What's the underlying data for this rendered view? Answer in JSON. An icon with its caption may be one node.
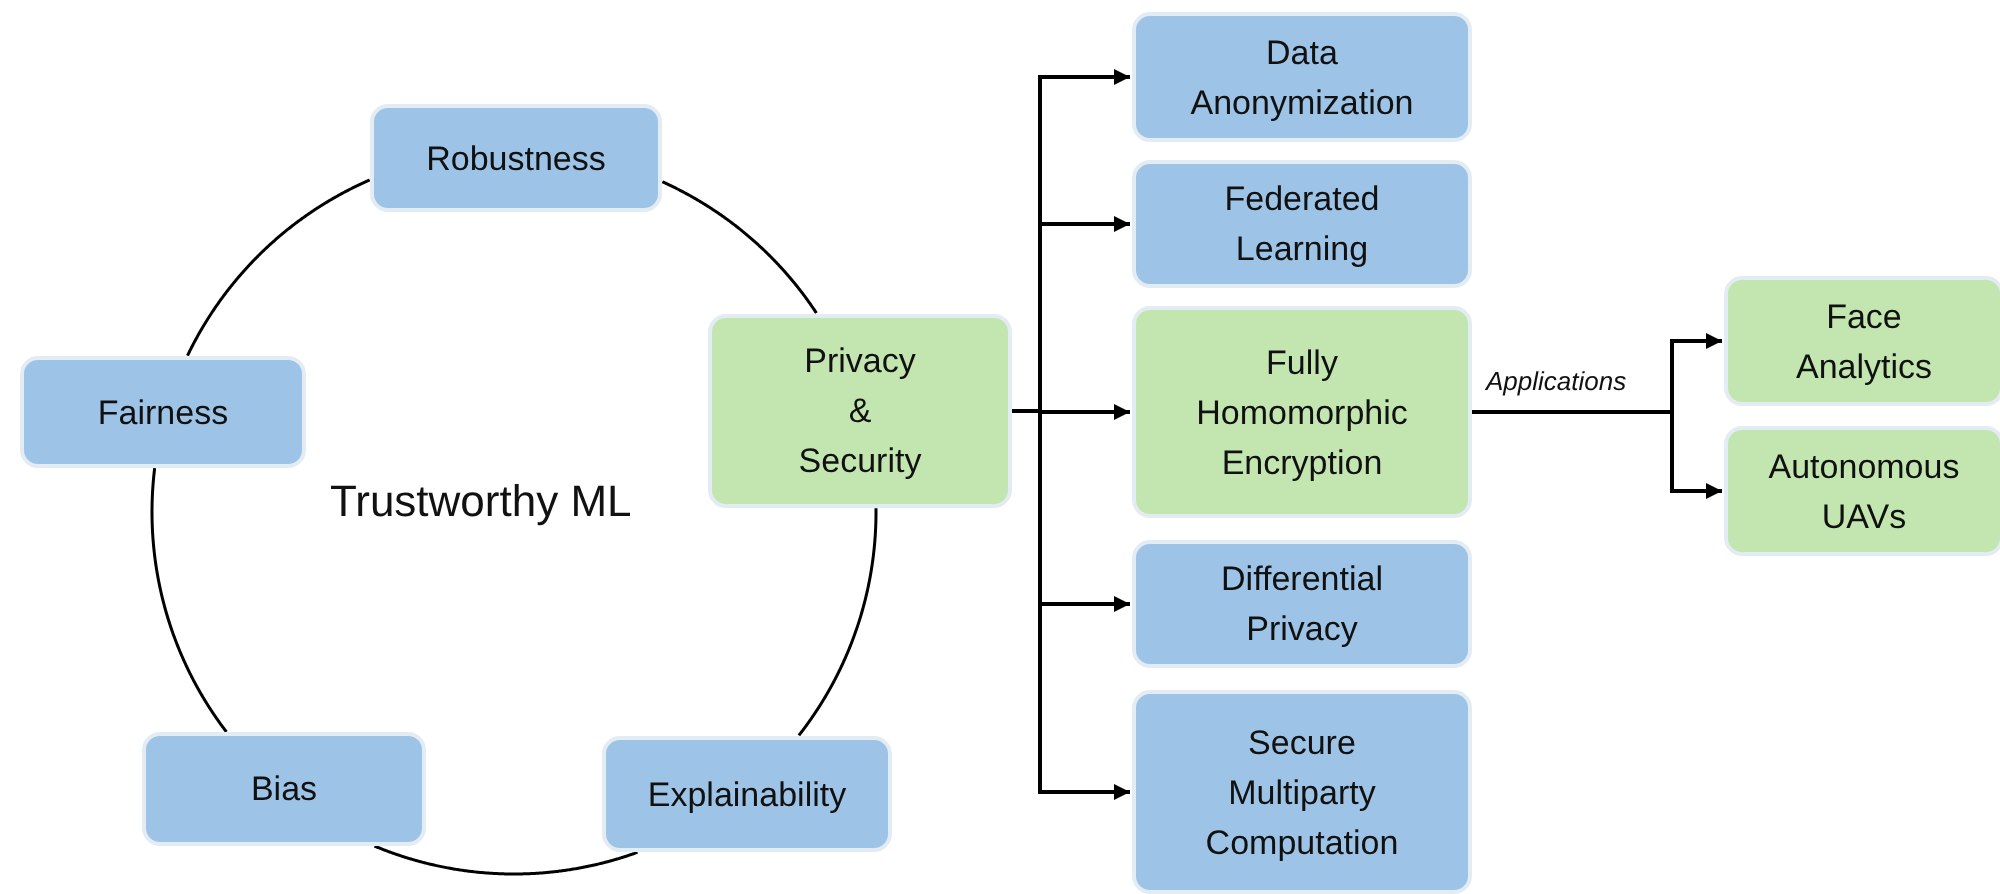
{
  "diagram": {
    "nodes": [
      {
        "text": [
          "Robustness"
        ]
      },
      {
        "text": [
          "Fairness"
        ]
      },
      {
        "text": [
          "Privacy & Security"
        ]
      },
      {
        "text": [
          "Bias"
        ]
      },
      {
        "text": [
          "Explainability"
        ]
      },
      {
        "text": [
          "Data Anonymization"
        ]
      },
      {
        "text": [
          "Federated Learning"
        ]
      },
      {
        "text": [
          "Fully Homomorphic Encryption"
        ]
      },
      {
        "text": [
          "Differential Privacy"
        ]
      },
      {
        "text": [
          "Secure Multiparty Computation"
        ]
      },
      {
        "text": [
          "Face Analytics"
        ]
      },
      {
        "text": [
          "Autonomous UAVs"
        ]
      }
    ],
    "edges": [
      {
        "from": 0,
        "to": 2,
        "arrow": "none"
      },
      {
        "from": 2,
        "to": 4,
        "arrow": "none"
      },
      {
        "from": 4,
        "to": 3,
        "arrow": "none"
      },
      {
        "from": 3,
        "to": 1,
        "arrow": "none"
      },
      {
        "from": 1,
        "to": 0,
        "arrow": "none"
      },
      {
        "from": 2,
        "to": 5,
        "arrow": "to"
      },
      {
        "from": 2,
        "to": 6,
        "arrow": "to"
      },
      {
        "from": 2,
        "to": 7,
        "arrow": "to"
      },
      {
        "from": 2,
        "to": 8,
        "arrow": "to"
      },
      {
        "from": 2,
        "to": 9,
        "arrow": "to"
      },
      {
        "from": 7,
        "to": 10,
        "arrow": "to",
        "label": "Applications"
      },
      {
        "from": 7,
        "to": 11,
        "arrow": "to"
      }
    ],
    "labels": [
      "Trustworthy ML"
    ]
  }
}
